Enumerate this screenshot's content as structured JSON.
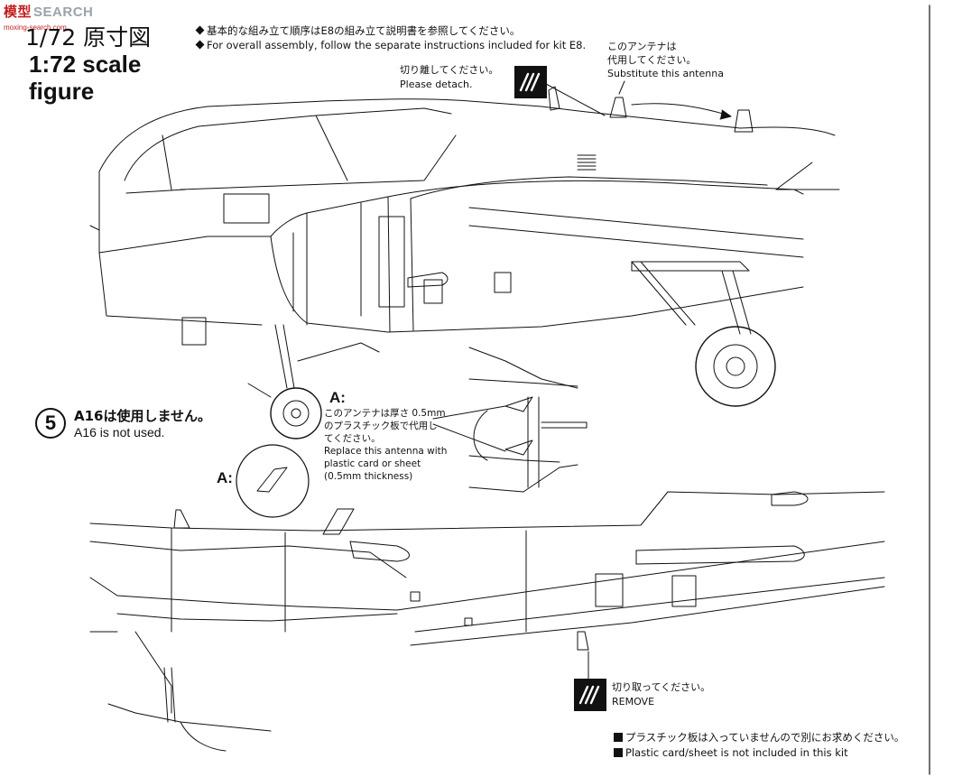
{
  "watermark": {
    "primary": "模型",
    "secondary": "SEARCH",
    "sub": "moxing-search.com"
  },
  "title": {
    "ja": "1/72 原寸図",
    "en": "1:72 scale figure"
  },
  "instructions": {
    "line1_ja": "基本的な組み立て順序はE8の組み立て説明書を参照してください。",
    "line2_en": "For overall assembly, follow the separate instructions included for kit E8."
  },
  "detach_note": {
    "ja": "切り離してください。",
    "en": "Please detach."
  },
  "substitute_note": {
    "ja1": "このアンテナは",
    "ja2": "代用してください。",
    "en": "Substitute this antenna"
  },
  "step": {
    "number": "5",
    "ja": "A16は使用しません。",
    "en": "A16 is not used."
  },
  "antenna_callout": {
    "label": "A:",
    "ja1": "このアンテナは厚さ 0.5mm",
    "ja2": "のプラスチック板で代用し",
    "ja3": "てください。",
    "en1": "Replace this antenna with",
    "en2": "plastic card or sheet",
    "en3": "(0.5mm thickness)"
  },
  "detail_label": "A:",
  "remove_note": {
    "ja": "切り取ってください。",
    "en": "REMOVE"
  },
  "footer": {
    "ja": "プラスチック板は入っていませんので別にお求めください。",
    "en": "Plastic card/sheet is not included in this kit"
  },
  "colors": {
    "ink": "#111111",
    "watermark": "#c21d1d",
    "paper": "#ffffff"
  },
  "icons": [
    "diamond-bullet-icon",
    "cut-mark-icon",
    "square-bullet-icon"
  ]
}
